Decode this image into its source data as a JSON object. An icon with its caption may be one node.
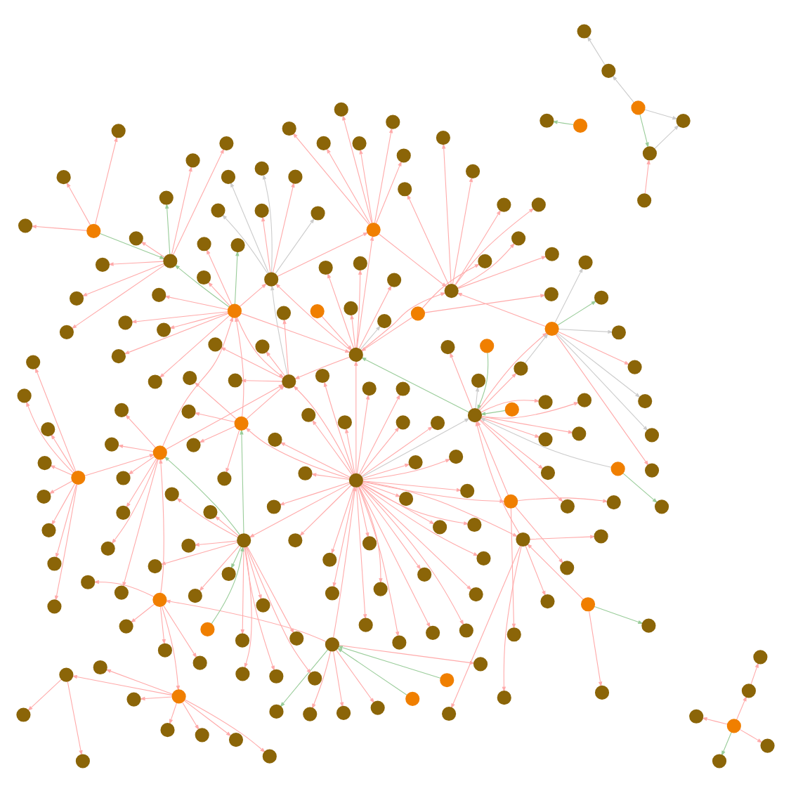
{
  "diagram": {
    "nodes": [
      {
        "text": [],
        "shape": "circle"
      },
      {
        "text": [],
        "shape": "circle"
      },
      {
        "text": [],
        "shape": "circle"
      },
      {
        "text": [],
        "shape": "circle"
      },
      {
        "text": [],
        "shape": "circle"
      },
      {
        "text": [],
        "shape": "circle"
      },
      {
        "text": [],
        "shape": "circle"
      },
      {
        "text": [],
        "shape": "circle"
      },
      {
        "text": [],
        "shape": "circle"
      },
      {
        "text": [],
        "shape": "circle"
      },
      {
        "text": [],
        "shape": "circle"
      },
      {
        "text": [],
        "shape": "circle"
      },
      {
        "text": [],
        "shape": "circle"
      },
      {
        "text": [],
        "shape": "circle"
      },
      {
        "text": [],
        "shape": "circle"
      },
      {
        "text": [],
        "shape": "circle"
      },
      {
        "text": [],
        "shape": "circle"
      },
      {
        "text": [],
        "shape": "circle"
      },
      {
        "text": [],
        "shape": "circle"
      },
      {
        "text": [],
        "shape": "circle"
      },
      {
        "text": [],
        "shape": "circle"
      },
      {
        "text": [],
        "shape": "circle"
      },
      {
        "text": [],
        "shape": "circle"
      },
      {
        "text": [],
        "shape": "circle"
      },
      {
        "text": [],
        "shape": "circle"
      },
      {
        "text": [],
        "shape": "circle"
      },
      {
        "text": [],
        "shape": "circle"
      },
      {
        "text": [],
        "shape": "circle"
      },
      {
        "text": [],
        "shape": "circle"
      },
      {
        "text": [],
        "shape": "circle"
      },
      {
        "text": [],
        "shape": "circle"
      },
      {
        "text": [],
        "shape": "circle"
      },
      {
        "text": [],
        "shape": "circle"
      },
      {
        "text": [],
        "shape": "circle"
      },
      {
        "text": [],
        "shape": "circle"
      },
      {
        "text": [],
        "shape": "circle"
      },
      {
        "text": [],
        "shape": "circle"
      },
      {
        "text": [],
        "shape": "circle"
      },
      {
        "text": [],
        "shape": "circle"
      },
      {
        "text": [],
        "shape": "circle"
      },
      {
        "text": [],
        "shape": "circle"
      },
      {
        "text": [],
        "shape": "circle"
      },
      {
        "text": [],
        "shape": "circle"
      },
      {
        "text": [],
        "shape": "circle"
      },
      {
        "text": [],
        "shape": "circle"
      },
      {
        "text": [],
        "shape": "circle"
      },
      {
        "text": [],
        "shape": "circle"
      },
      {
        "text": [],
        "shape": "circle"
      },
      {
        "text": [],
        "shape": "circle"
      },
      {
        "text": [],
        "shape": "circle"
      },
      {
        "text": [],
        "shape": "circle"
      },
      {
        "text": [],
        "shape": "circle"
      },
      {
        "text": [],
        "shape": "circle"
      },
      {
        "text": [],
        "shape": "circle"
      },
      {
        "text": [],
        "shape": "circle"
      },
      {
        "text": [],
        "shape": "circle"
      },
      {
        "text": [],
        "shape": "circle"
      },
      {
        "text": [],
        "shape": "circle"
      },
      {
        "text": [],
        "shape": "circle"
      },
      {
        "text": [],
        "shape": "circle"
      },
      {
        "text": [],
        "shape": "circle"
      },
      {
        "text": [],
        "shape": "circle"
      },
      {
        "text": [],
        "shape": "circle"
      },
      {
        "text": [],
        "shape": "circle"
      },
      {
        "text": [],
        "shape": "circle"
      },
      {
        "text": [],
        "shape": "circle"
      },
      {
        "text": [],
        "shape": "circle"
      },
      {
        "text": [],
        "shape": "circle"
      },
      {
        "text": [],
        "shape": "circle"
      },
      {
        "text": [],
        "shape": "circle"
      },
      {
        "text": [],
        "shape": "circle"
      },
      {
        "text": [],
        "shape": "circle"
      },
      {
        "text": [],
        "shape": "circle"
      },
      {
        "text": [],
        "shape": "circle"
      },
      {
        "text": [],
        "shape": "circle"
      },
      {
        "text": [],
        "shape": "circle"
      },
      {
        "text": [],
        "shape": "circle"
      },
      {
        "text": [],
        "shape": "circle"
      },
      {
        "text": [],
        "shape": "circle"
      },
      {
        "text": [],
        "shape": "circle"
      },
      {
        "text": [],
        "shape": "circle"
      },
      {
        "text": [],
        "shape": "circle"
      },
      {
        "text": [],
        "shape": "circle"
      },
      {
        "text": [],
        "shape": "circle"
      },
      {
        "text": [],
        "shape": "circle"
      },
      {
        "text": [],
        "shape": "circle"
      },
      {
        "text": [],
        "shape": "circle"
      },
      {
        "text": [],
        "shape": "circle"
      },
      {
        "text": [],
        "shape": "circle"
      },
      {
        "text": [],
        "shape": "circle"
      },
      {
        "text": [],
        "shape": "circle"
      },
      {
        "text": [],
        "shape": "circle"
      },
      {
        "text": [],
        "shape": "circle"
      },
      {
        "text": [],
        "shape": "circle"
      },
      {
        "text": [],
        "shape": "circle"
      },
      {
        "text": [],
        "shape": "circle"
      },
      {
        "text": [],
        "shape": "circle"
      },
      {
        "text": [],
        "shape": "circle"
      },
      {
        "text": [],
        "shape": "circle"
      },
      {
        "text": [],
        "shape": "circle"
      },
      {
        "text": [],
        "shape": "circle"
      },
      {
        "text": [],
        "shape": "circle"
      },
      {
        "text": [],
        "shape": "circle"
      },
      {
        "text": [],
        "shape": "circle"
      },
      {
        "text": [],
        "shape": "circle"
      },
      {
        "text": [],
        "shape": "circle"
      },
      {
        "text": [],
        "shape": "circle"
      },
      {
        "text": [],
        "shape": "circle"
      },
      {
        "text": [],
        "shape": "circle"
      },
      {
        "text": [],
        "shape": "circle"
      },
      {
        "text": [],
        "shape": "circle"
      },
      {
        "text": [],
        "shape": "circle"
      },
      {
        "text": [],
        "shape": "circle"
      },
      {
        "text": [],
        "shape": "circle"
      },
      {
        "text": [],
        "shape": "circle"
      },
      {
        "text": [],
        "shape": "circle"
      },
      {
        "text": [],
        "shape": "circle"
      },
      {
        "text": [],
        "shape": "circle"
      },
      {
        "text": [],
        "shape": "circle"
      },
      {
        "text": [],
        "shape": "circle"
      },
      {
        "text": [],
        "shape": "circle"
      },
      {
        "text": [],
        "shape": "circle"
      },
      {
        "text": [],
        "shape": "circle"
      },
      {
        "text": [],
        "shape": "circle"
      },
      {
        "text": [],
        "shape": "circle"
      },
      {
        "text": [],
        "shape": "circle"
      },
      {
        "text": [],
        "shape": "circle"
      },
      {
        "text": [],
        "shape": "circle"
      },
      {
        "text": [],
        "shape": "circle"
      },
      {
        "text": [],
        "shape": "circle"
      },
      {
        "text": [],
        "shape": "circle"
      },
      {
        "text": [],
        "shape": "circle"
      },
      {
        "text": [],
        "shape": "circle"
      },
      {
        "text": [],
        "shape": "circle"
      },
      {
        "text": [],
        "shape": "circle"
      },
      {
        "text": [],
        "shape": "circle"
      },
      {
        "text": [],
        "shape": "circle"
      },
      {
        "text": [],
        "shape": "circle"
      },
      {
        "text": [],
        "shape": "circle"
      },
      {
        "text": [],
        "shape": "circle"
      },
      {
        "text": [],
        "shape": "circle"
      },
      {
        "text": [],
        "shape": "circle"
      },
      {
        "text": [],
        "shape": "circle"
      },
      {
        "text": [],
        "shape": "circle"
      },
      {
        "text": [],
        "shape": "circle"
      },
      {
        "text": [],
        "shape": "circle"
      },
      {
        "text": [],
        "shape": "circle"
      },
      {
        "text": [],
        "shape": "circle"
      },
      {
        "text": [],
        "shape": "circle"
      },
      {
        "text": [],
        "shape": "circle"
      },
      {
        "text": [],
        "shape": "circle"
      },
      {
        "text": [],
        "shape": "circle"
      },
      {
        "text": [],
        "shape": "circle"
      },
      {
        "text": [],
        "shape": "circle"
      },
      {
        "text": [],
        "shape": "circle"
      },
      {
        "text": [],
        "shape": "circle"
      },
      {
        "text": [],
        "shape": "circle"
      },
      {
        "text": [],
        "shape": "circle"
      },
      {
        "text": [],
        "shape": "circle"
      },
      {
        "text": [],
        "shape": "circle"
      },
      {
        "text": [],
        "shape": "circle"
      },
      {
        "text": [],
        "shape": "circle"
      },
      {
        "text": [],
        "shape": "circle"
      },
      {
        "text": [],
        "shape": "circle"
      },
      {
        "text": [],
        "shape": "circle"
      },
      {
        "text": [],
        "shape": "circle"
      },
      {
        "text": [],
        "shape": "circle"
      },
      {
        "text": [],
        "shape": "circle"
      },
      {
        "text": [],
        "shape": "circle"
      },
      {
        "text": [],
        "shape": "circle"
      },
      {
        "text": [],
        "shape": "circle"
      },
      {
        "text": [],
        "shape": "circle"
      },
      {
        "text": [],
        "shape": "circle"
      },
      {
        "text": [],
        "shape": "circle"
      },
      {
        "text": [],
        "shape": "circle"
      },
      {
        "text": [],
        "shape": "circle"
      },
      {
        "text": [],
        "shape": "circle"
      },
      {
        "text": [],
        "shape": "circle"
      },
      {
        "text": [],
        "shape": "circle"
      },
      {
        "text": [],
        "shape": "circle"
      },
      {
        "text": [],
        "shape": "circle"
      },
      {
        "text": [],
        "shape": "circle"
      },
      {
        "text": [],
        "shape": "circle"
      },
      {
        "text": [],
        "shape": "circle"
      },
      {
        "text": [],
        "shape": "circle"
      },
      {
        "text": [],
        "shape": "circle"
      },
      {
        "text": [],
        "shape": "circle"
      },
      {
        "text": [],
        "shape": "circle"
      },
      {
        "text": [],
        "shape": "circle"
      },
      {
        "text": [],
        "shape": "circle"
      },
      {
        "text": [],
        "shape": "circle"
      },
      {
        "text": [],
        "shape": "circle"
      },
      {
        "text": [],
        "shape": "circle"
      }
    ],
    "edges": [
      {
        "from": 0,
        "to": 22,
        "arrow": "to"
      },
      {
        "from": 0,
        "to": 23,
        "arrow": "to"
      },
      {
        "from": 0,
        "to": 24,
        "arrow": "to"
      },
      {
        "from": 0,
        "to": 25,
        "arrow": "to"
      },
      {
        "from": 0,
        "to": 26,
        "arrow": "to"
      },
      {
        "from": 0,
        "to": 27,
        "arrow": "to"
      },
      {
        "from": 0,
        "to": 28,
        "arrow": "to"
      },
      {
        "from": 0,
        "to": 29,
        "arrow": "to"
      },
      {
        "from": 0,
        "to": 30,
        "arrow": "to"
      },
      {
        "from": 0,
        "to": 31,
        "arrow": "to"
      },
      {
        "from": 0,
        "to": 32,
        "arrow": "to"
      },
      {
        "from": 0,
        "to": 33,
        "arrow": "to"
      },
      {
        "from": 0,
        "to": 34,
        "arrow": "to"
      },
      {
        "from": 0,
        "to": 35,
        "arrow": "to"
      },
      {
        "from": 0,
        "to": 36,
        "arrow": "to"
      },
      {
        "from": 0,
        "to": 37,
        "arrow": "to"
      },
      {
        "from": 0,
        "to": 38,
        "arrow": "to"
      },
      {
        "from": 0,
        "to": 39,
        "arrow": "to"
      },
      {
        "from": 0,
        "to": 40,
        "arrow": "to"
      },
      {
        "from": 0,
        "to": 41,
        "arrow": "to"
      },
      {
        "from": 0,
        "to": 42,
        "arrow": "to"
      },
      {
        "from": 0,
        "to": 43,
        "arrow": "to"
      },
      {
        "from": 0,
        "to": 44,
        "arrow": "to"
      },
      {
        "from": 0,
        "to": 45,
        "arrow": "to"
      },
      {
        "from": 0,
        "to": 46,
        "arrow": "to"
      },
      {
        "from": 0,
        "to": 47,
        "arrow": "to"
      },
      {
        "from": 0,
        "to": 48,
        "arrow": "to"
      },
      {
        "from": 0,
        "to": 49,
        "arrow": "to"
      },
      {
        "from": 56,
        "to": 1,
        "arrow": "to",
        "color": "#99cc99"
      },
      {
        "from": 57,
        "to": 1,
        "arrow": "to",
        "color": "#99cc99"
      },
      {
        "from": 1,
        "to": 50,
        "arrow": "to"
      },
      {
        "from": 1,
        "to": 51,
        "arrow": "to"
      },
      {
        "from": 1,
        "to": 52,
        "arrow": "to"
      },
      {
        "from": 1,
        "to": 53,
        "arrow": "to"
      },
      {
        "from": 1,
        "to": 54,
        "arrow": "to",
        "color": "#99cc99"
      },
      {
        "from": 58,
        "to": 55,
        "arrow": "to",
        "color": "#99cc99"
      },
      {
        "from": 2,
        "to": 59,
        "arrow": "to"
      },
      {
        "from": 2,
        "to": 60,
        "arrow": "to"
      },
      {
        "from": 2,
        "to": 61,
        "arrow": "to"
      },
      {
        "from": 2,
        "to": 62,
        "arrow": "to"
      },
      {
        "from": 2,
        "to": 63,
        "arrow": "to"
      },
      {
        "from": 2,
        "to": 64,
        "arrow": "to"
      },
      {
        "from": 2,
        "to": 65,
        "arrow": "to"
      },
      {
        "from": 2,
        "to": 66,
        "arrow": "to"
      },
      {
        "from": 2,
        "to": 67,
        "arrow": "to"
      },
      {
        "from": 2,
        "to": 68,
        "arrow": "to",
        "color": "#99cc99"
      },
      {
        "from": 2,
        "to": 69,
        "arrow": "to"
      },
      {
        "from": 2,
        "to": 70,
        "arrow": "to"
      },
      {
        "from": 71,
        "to": 2,
        "arrow": "to",
        "color": "#99cc99"
      },
      {
        "from": 9,
        "to": 72,
        "arrow": "to"
      },
      {
        "from": 9,
        "to": 73,
        "arrow": "to"
      },
      {
        "from": 9,
        "to": 74,
        "arrow": "to"
      },
      {
        "from": 9,
        "to": 75,
        "arrow": "to"
      },
      {
        "from": 9,
        "to": 76,
        "arrow": "to"
      },
      {
        "from": 9,
        "to": 77,
        "arrow": "to"
      },
      {
        "from": 9,
        "to": 78,
        "arrow": "to"
      },
      {
        "from": 9,
        "to": 79,
        "arrow": "to"
      },
      {
        "from": 10,
        "to": 80,
        "arrow": "to"
      },
      {
        "from": 10,
        "to": 81,
        "arrow": "to"
      },
      {
        "from": 10,
        "to": 82,
        "arrow": "to"
      },
      {
        "from": 10,
        "to": 83,
        "arrow": "to"
      },
      {
        "from": 10,
        "to": 84,
        "arrow": "to"
      },
      {
        "from": 10,
        "to": 85,
        "arrow": "to"
      },
      {
        "from": 10,
        "to": 21,
        "arrow": "to"
      },
      {
        "from": 21,
        "to": 86,
        "arrow": "to"
      },
      {
        "from": 21,
        "to": 87,
        "arrow": "to"
      },
      {
        "from": 7,
        "to": 88,
        "arrow": "to",
        "color": "#99cc99"
      },
      {
        "from": 7,
        "to": 89,
        "arrow": "to"
      },
      {
        "from": 7,
        "to": 90,
        "arrow": "to"
      },
      {
        "from": 7,
        "to": 91,
        "arrow": "to"
      },
      {
        "from": 7,
        "to": 92,
        "arrow": "to"
      },
      {
        "from": 7,
        "to": 93,
        "arrow": "to"
      },
      {
        "from": 7,
        "to": 94,
        "arrow": "to"
      },
      {
        "from": 17,
        "to": 7,
        "arrow": "to",
        "color": "#99cc99"
      },
      {
        "from": 17,
        "to": 95,
        "arrow": "to"
      },
      {
        "from": 17,
        "to": 96,
        "arrow": "to"
      },
      {
        "from": 17,
        "to": 97,
        "arrow": "to"
      },
      {
        "from": 8,
        "to": 98,
        "arrow": "to"
      },
      {
        "from": 8,
        "to": 99,
        "arrow": "to"
      },
      {
        "from": 8,
        "to": 100,
        "arrow": "to"
      },
      {
        "from": 8,
        "to": 101,
        "arrow": "to"
      },
      {
        "from": 8,
        "to": 102,
        "arrow": "to"
      },
      {
        "from": 8,
        "to": 103,
        "arrow": "to"
      },
      {
        "from": 8,
        "to": 104,
        "arrow": "to"
      },
      {
        "from": 15,
        "to": 105,
        "arrow": "to",
        "color": "#cccccc"
      },
      {
        "from": 15,
        "to": 106,
        "arrow": "to",
        "color": "#cccccc"
      },
      {
        "from": 15,
        "to": 107,
        "arrow": "to",
        "color": "#cccccc"
      },
      {
        "from": 15,
        "to": 108,
        "arrow": "to"
      },
      {
        "from": 15,
        "to": 109,
        "arrow": "to"
      },
      {
        "from": 15,
        "to": 110,
        "arrow": "to",
        "color": "#cccccc"
      },
      {
        "from": 15,
        "to": 111,
        "arrow": "to",
        "color": "#99cc99"
      },
      {
        "from": 6,
        "to": 112,
        "arrow": "to",
        "color": "#cccccc"
      },
      {
        "from": 6,
        "to": 113,
        "arrow": "to",
        "color": "#cccccc"
      },
      {
        "from": 6,
        "to": 114,
        "arrow": "to",
        "color": "#cccccc"
      },
      {
        "from": 6,
        "to": 115,
        "arrow": "to",
        "color": "#cccccc"
      },
      {
        "from": 6,
        "to": 116,
        "arrow": "to"
      },
      {
        "from": 6,
        "to": 117,
        "arrow": "to"
      },
      {
        "from": 14,
        "to": 118,
        "arrow": "to"
      },
      {
        "from": 14,
        "to": 119,
        "arrow": "to"
      },
      {
        "from": 14,
        "to": 120,
        "arrow": "to"
      },
      {
        "from": 14,
        "to": 121,
        "arrow": "to"
      },
      {
        "from": 14,
        "to": 122,
        "arrow": "to"
      },
      {
        "from": 14,
        "to": 123,
        "arrow": "to"
      },
      {
        "from": 5,
        "to": 124,
        "arrow": "to"
      },
      {
        "from": 5,
        "to": 125,
        "arrow": "to"
      },
      {
        "from": 5,
        "to": 126,
        "arrow": "to"
      },
      {
        "from": 5,
        "to": 127,
        "arrow": "to"
      },
      {
        "from": 5,
        "to": 128,
        "arrow": "to"
      },
      {
        "from": 5,
        "to": 129,
        "arrow": "to"
      },
      {
        "from": 5,
        "to": 130,
        "arrow": "to"
      },
      {
        "from": 5,
        "to": 131,
        "arrow": "to",
        "color": "#cccccc"
      },
      {
        "from": 132,
        "to": 5,
        "arrow": "to",
        "color": "#99cc99"
      },
      {
        "from": 133,
        "to": 5,
        "arrow": "to",
        "color": "#99cc99"
      },
      {
        "from": 20,
        "to": 134,
        "arrow": "to"
      },
      {
        "from": 20,
        "to": 135,
        "arrow": "to"
      },
      {
        "from": 20,
        "to": 136,
        "arrow": "to"
      },
      {
        "from": 19,
        "to": 137,
        "arrow": "to"
      },
      {
        "from": 19,
        "to": 138,
        "arrow": "to"
      },
      {
        "from": 19,
        "to": 139,
        "arrow": "to"
      },
      {
        "from": 19,
        "to": 140,
        "arrow": "to"
      },
      {
        "from": 12,
        "to": 141,
        "arrow": "to"
      },
      {
        "from": 12,
        "to": 142,
        "arrow": "to",
        "color": "#99cc99"
      },
      {
        "from": 12,
        "to": 143,
        "arrow": "to"
      },
      {
        "from": 12,
        "to": 144,
        "arrow": "to"
      },
      {
        "from": 12,
        "to": 145,
        "arrow": "to"
      },
      {
        "from": 12,
        "to": 146,
        "arrow": "to"
      },
      {
        "from": 12,
        "to": 147,
        "arrow": "to"
      },
      {
        "from": 12,
        "to": 148,
        "arrow": "to"
      },
      {
        "from": 11,
        "to": 149,
        "arrow": "to"
      },
      {
        "from": 11,
        "to": 150,
        "arrow": "to"
      },
      {
        "from": 11,
        "to": 151,
        "arrow": "to"
      },
      {
        "from": 11,
        "to": 152,
        "arrow": "to"
      },
      {
        "from": 11,
        "to": 153,
        "arrow": "to"
      },
      {
        "from": 11,
        "to": 154,
        "arrow": "to"
      },
      {
        "from": 13,
        "to": 155,
        "arrow": "to"
      },
      {
        "from": 13,
        "to": 156,
        "arrow": "to"
      },
      {
        "from": 13,
        "to": 157,
        "arrow": "to"
      },
      {
        "from": 13,
        "to": 158,
        "arrow": "to"
      },
      {
        "from": 3,
        "to": 159,
        "arrow": "to"
      },
      {
        "from": 3,
        "to": 160,
        "arrow": "to"
      },
      {
        "from": 3,
        "to": 161,
        "arrow": "to"
      },
      {
        "from": 3,
        "to": 162,
        "arrow": "to"
      },
      {
        "from": 4,
        "to": 163,
        "arrow": "to"
      },
      {
        "from": 4,
        "to": 164,
        "arrow": "to"
      },
      {
        "from": 4,
        "to": 165,
        "arrow": "to"
      },
      {
        "from": 4,
        "to": 166,
        "arrow": "to"
      },
      {
        "from": 4,
        "to": 167,
        "arrow": "to",
        "color": "#cccccc"
      },
      {
        "from": 16,
        "to": 168,
        "arrow": "to"
      },
      {
        "from": 16,
        "to": 169,
        "arrow": "to"
      },
      {
        "from": 16,
        "to": 170,
        "arrow": "to"
      },
      {
        "from": 16,
        "to": 171,
        "arrow": "to"
      },
      {
        "from": 172,
        "to": 173,
        "arrow": "to"
      },
      {
        "from": 172,
        "to": 174,
        "arrow": "to",
        "color": "#99cc99"
      },
      {
        "from": 176,
        "to": 177,
        "arrow": "to"
      },
      {
        "from": 176,
        "to": 178,
        "arrow": "to"
      },
      {
        "from": 179,
        "to": 180,
        "arrow": "to",
        "color": "#99cc99"
      },
      {
        "from": 1,
        "to": 0,
        "arrow": "to"
      },
      {
        "from": 0,
        "to": 2,
        "arrow": "to"
      },
      {
        "from": 0,
        "to": 3,
        "arrow": "to"
      },
      {
        "from": 0,
        "to": 4,
        "arrow": "to"
      },
      {
        "from": 0,
        "to": 13,
        "arrow": "to"
      },
      {
        "from": 0,
        "to": 19,
        "arrow": "to"
      },
      {
        "from": 0,
        "to": 5,
        "arrow": "to",
        "color": "#cccccc"
      },
      {
        "from": 0,
        "to": 20,
        "arrow": "to"
      },
      {
        "from": 175,
        "to": 4,
        "arrow": "to"
      },
      {
        "from": 2,
        "to": 11,
        "arrow": "to",
        "color": "#99cc99"
      },
      {
        "from": 2,
        "to": 13,
        "arrow": "to",
        "color": "#99cc99"
      },
      {
        "from": 1,
        "to": 16,
        "arrow": "to"
      },
      {
        "from": 16,
        "to": 10,
        "arrow": "to"
      },
      {
        "from": 16,
        "to": 11,
        "arrow": "to"
      },
      {
        "from": 11,
        "to": 12,
        "arrow": "to"
      },
      {
        "from": 13,
        "to": 3,
        "arrow": "to"
      },
      {
        "from": 13,
        "to": 12,
        "arrow": "to"
      },
      {
        "from": 11,
        "to": 3,
        "arrow": "to"
      },
      {
        "from": 12,
        "to": 6,
        "arrow": "to"
      },
      {
        "from": 12,
        "to": 3,
        "arrow": "to"
      },
      {
        "from": 12,
        "to": 4,
        "arrow": "to"
      },
      {
        "from": 4,
        "to": 3,
        "arrow": "to"
      },
      {
        "from": 5,
        "to": 4,
        "arrow": "to",
        "color": "#99cc99"
      },
      {
        "from": 4,
        "to": 6,
        "arrow": "to"
      },
      {
        "from": 3,
        "to": 6,
        "arrow": "to",
        "color": "#cccccc"
      },
      {
        "from": 12,
        "to": 7,
        "arrow": "to",
        "color": "#99cc99"
      },
      {
        "from": 9,
        "to": 11,
        "arrow": "to"
      },
      {
        "from": 14,
        "to": 8,
        "arrow": "to"
      },
      {
        "from": 15,
        "to": 8,
        "arrow": "to"
      },
      {
        "from": 5,
        "to": 15,
        "arrow": "to"
      },
      {
        "from": 4,
        "to": 14,
        "arrow": "to"
      },
      {
        "from": 4,
        "to": 8,
        "arrow": "to"
      },
      {
        "from": 20,
        "to": 5,
        "arrow": "to"
      },
      {
        "from": 19,
        "to": 5,
        "arrow": "to"
      },
      {
        "from": 172,
        "to": 19,
        "arrow": "to"
      },
      {
        "from": 176,
        "to": 4,
        "arrow": "to"
      },
      {
        "from": 179,
        "to": 5,
        "arrow": "to",
        "color": "#cccccc"
      },
      {
        "from": 6,
        "to": 14,
        "arrow": "to"
      },
      {
        "from": 5,
        "to": 18,
        "arrow": "to"
      },
      {
        "from": 18,
        "to": 15,
        "arrow": "to",
        "color": "#cccccc"
      },
      {
        "from": 183,
        "to": 182,
        "arrow": "to"
      },
      {
        "from": 181,
        "to": 182,
        "arrow": "to",
        "color": "#99cc99"
      },
      {
        "from": 182,
        "to": 184,
        "arrow": "to",
        "color": "#cccccc"
      },
      {
        "from": 181,
        "to": 184,
        "arrow": "to",
        "color": "#cccccc"
      },
      {
        "from": 181,
        "to": 185,
        "arrow": "to",
        "color": "#cccccc"
      },
      {
        "from": 185,
        "to": 186,
        "arrow": "to",
        "color": "#cccccc"
      },
      {
        "from": 187,
        "to": 188,
        "arrow": "to"
      },
      {
        "from": 187,
        "to": 189,
        "arrow": "to",
        "color": "#99cc99"
      },
      {
        "from": 187,
        "to": 190,
        "arrow": "to"
      },
      {
        "from": 187,
        "to": 191,
        "arrow": "to"
      },
      {
        "from": 191,
        "to": 192,
        "arrow": "to"
      }
    ]
  }
}
